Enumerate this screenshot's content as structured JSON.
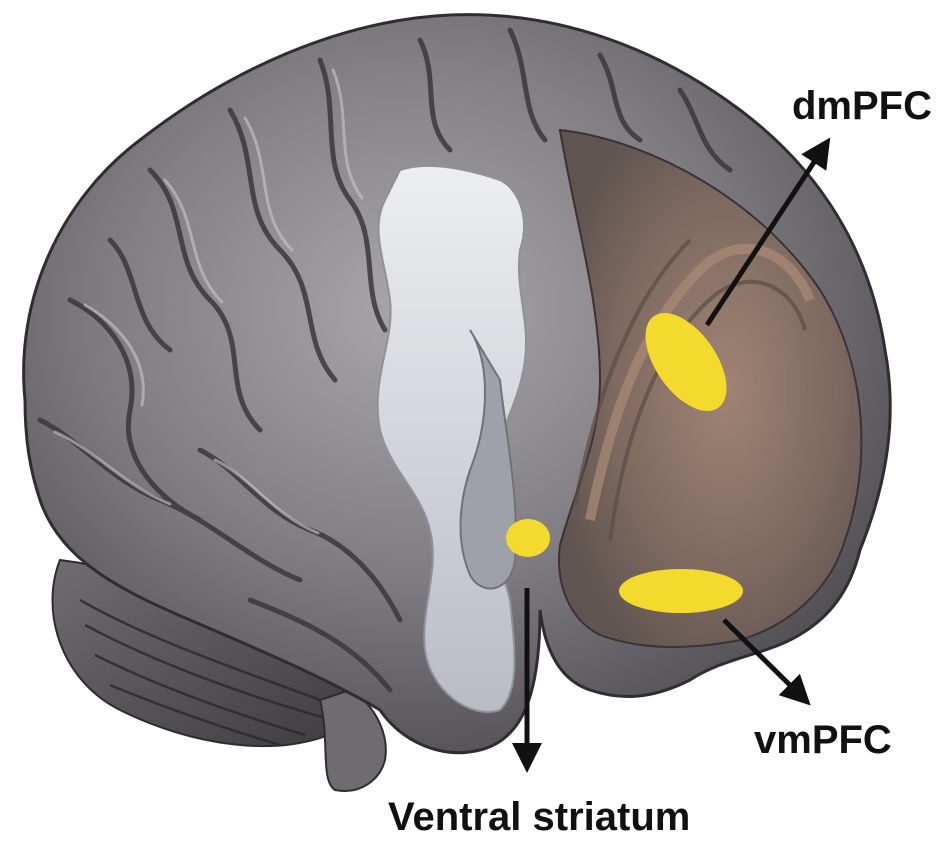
{
  "figure": {
    "regions": [
      {
        "id": "dmpfc",
        "label": "dmPFC"
      },
      {
        "id": "vmpfc",
        "label": "vmPFC"
      },
      {
        "id": "ventral_striatum",
        "label": "Ventral striatum"
      }
    ],
    "colors": {
      "highlight": "#F5DA2E",
      "arrow": "#111111",
      "brain_dark": "#4a4a4e",
      "brain_mid": "#7d7c80",
      "brain_light": "#b6b4b6",
      "white_matter": "#d9dadd",
      "medial_tint": "#8a7466"
    }
  }
}
